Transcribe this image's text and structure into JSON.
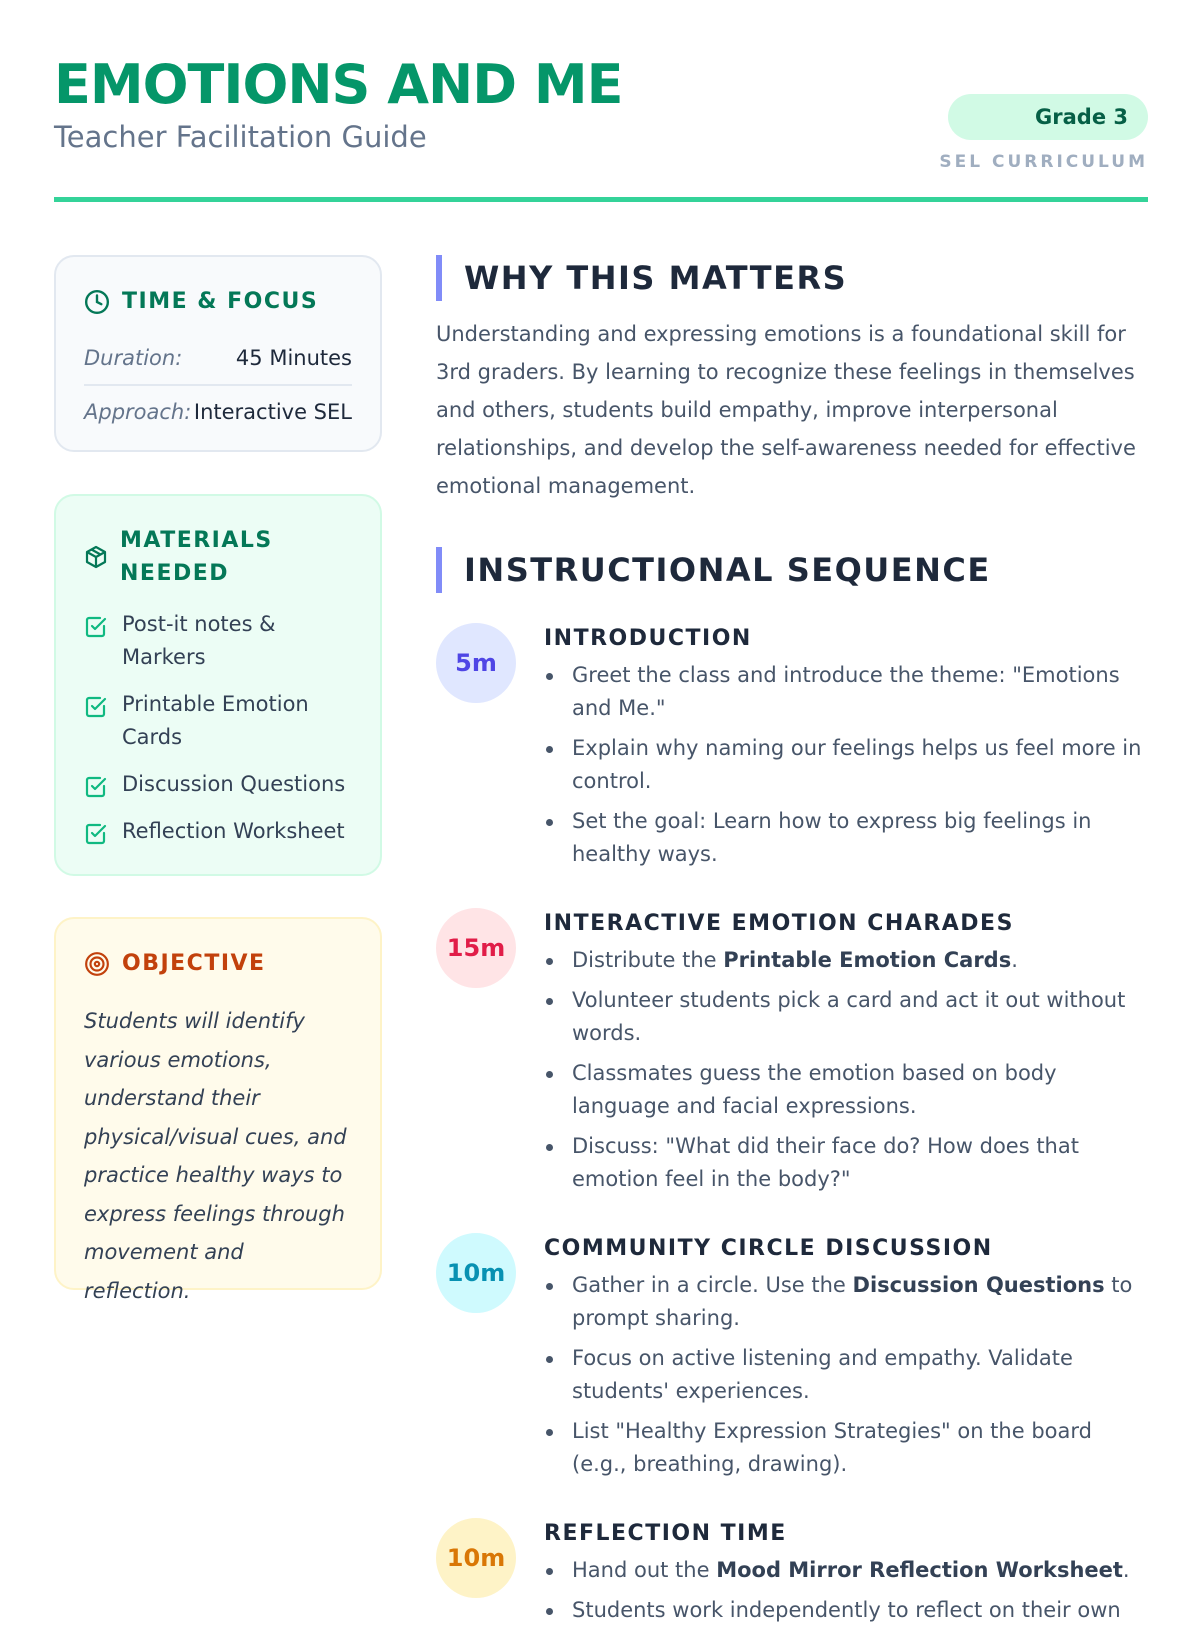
{
  "header": {
    "title": "EMOTIONS AND ME",
    "subtitle": "Teacher Facilitation Guide",
    "grade": "Grade 3",
    "curriculum": "SEL CURRICULUM"
  },
  "time_card": {
    "title": "TIME & FOCUS",
    "icon": "clock-icon",
    "rows": [
      {
        "label": "Duration:",
        "value": "45 Minutes"
      },
      {
        "label": "Approach:",
        "value": "Interactive SEL"
      }
    ]
  },
  "materials_card": {
    "title": "MATERIALS NEEDED",
    "icon": "package-icon",
    "items": [
      "Post-it notes & Markers",
      "Printable Emotion Cards",
      "Discussion Questions",
      "Reflection Worksheet"
    ]
  },
  "objective_card": {
    "title": "OBJECTIVE",
    "icon": "target-icon",
    "text": "Students will identify various emotions, understand their physical/visual cues, and practice healthy ways to express feelings through movement and reflection."
  },
  "why": {
    "heading": "WHY THIS MATTERS",
    "text": "Understanding and expressing emotions is a foundational skill for 3rd graders. By learning to recognize these feelings in themselves and others, students build empathy, improve interpersonal relationships, and develop the self-awareness needed for effective emotional management."
  },
  "sequence": {
    "heading": "INSTRUCTIONAL SEQUENCE",
    "steps": [
      {
        "time": "5m",
        "title": "INTRODUCTION",
        "bg": "#e0e7ff",
        "fg": "#4f46e5",
        "items": [
          [
            "Greet the class and introduce the theme: \"Emotions and Me.\""
          ],
          [
            "Explain why naming our feelings helps us feel more in control."
          ],
          [
            "Set the goal: Learn how to express big feelings in healthy ways."
          ]
        ]
      },
      {
        "time": "15m",
        "title": "INTERACTIVE EMOTION CHARADES",
        "bg": "#ffe4e6",
        "fg": "#e11d48",
        "items": [
          [
            "Distribute the ",
            "Printable Emotion Cards",
            "."
          ],
          [
            "Volunteer students pick a card and act it out without words."
          ],
          [
            "Classmates guess the emotion based on body language and facial expressions."
          ],
          [
            "Discuss: \"What did their face do? How does that emotion feel in the body?\""
          ]
        ]
      },
      {
        "time": "10m",
        "title": "COMMUNITY CIRCLE DISCUSSION",
        "bg": "#cffafe",
        "fg": "#0891b2",
        "items": [
          [
            "Gather in a circle. Use the ",
            "Discussion Questions",
            " to prompt sharing."
          ],
          [
            "Focus on active listening and empathy. Validate students' experiences."
          ],
          [
            "List \"Healthy Expression Strategies\" on the board (e.g., breathing, drawing)."
          ]
        ]
      },
      {
        "time": "10m",
        "title": "REFLECTION TIME",
        "bg": "#fef3c7",
        "fg": "#d97706",
        "items": [
          [
            "Hand out the ",
            "Mood Mirror Reflection Worksheet",
            "."
          ],
          [
            "Students work independently to reflect on their own"
          ]
        ]
      }
    ]
  }
}
